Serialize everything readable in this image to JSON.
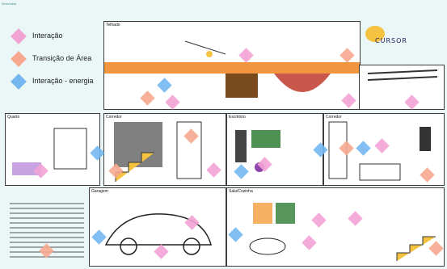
{
  "header": {
    "tag": "Overview"
  },
  "legend": {
    "items": [
      {
        "label": "Interação",
        "color": "#f2a3d5"
      },
      {
        "label": "Transição de Área",
        "color": "#f6a88f"
      },
      {
        "label": "Interação - energia",
        "color": "#74b7ef"
      }
    ]
  },
  "rooms": {
    "telhado": {
      "label": "Telhado"
    },
    "quarto": {
      "label": "Quarto"
    },
    "corredor_a": {
      "label": "Corredor"
    },
    "escritorio": {
      "label": "Escritório"
    },
    "corredor_b": {
      "label": "Corredor"
    },
    "garagem": {
      "label": "Garagem"
    },
    "sala_cozinha": {
      "label": "Sala/Cozinha"
    }
  },
  "brand": {
    "name": "CURSOR",
    "accent": "#f5c340"
  }
}
